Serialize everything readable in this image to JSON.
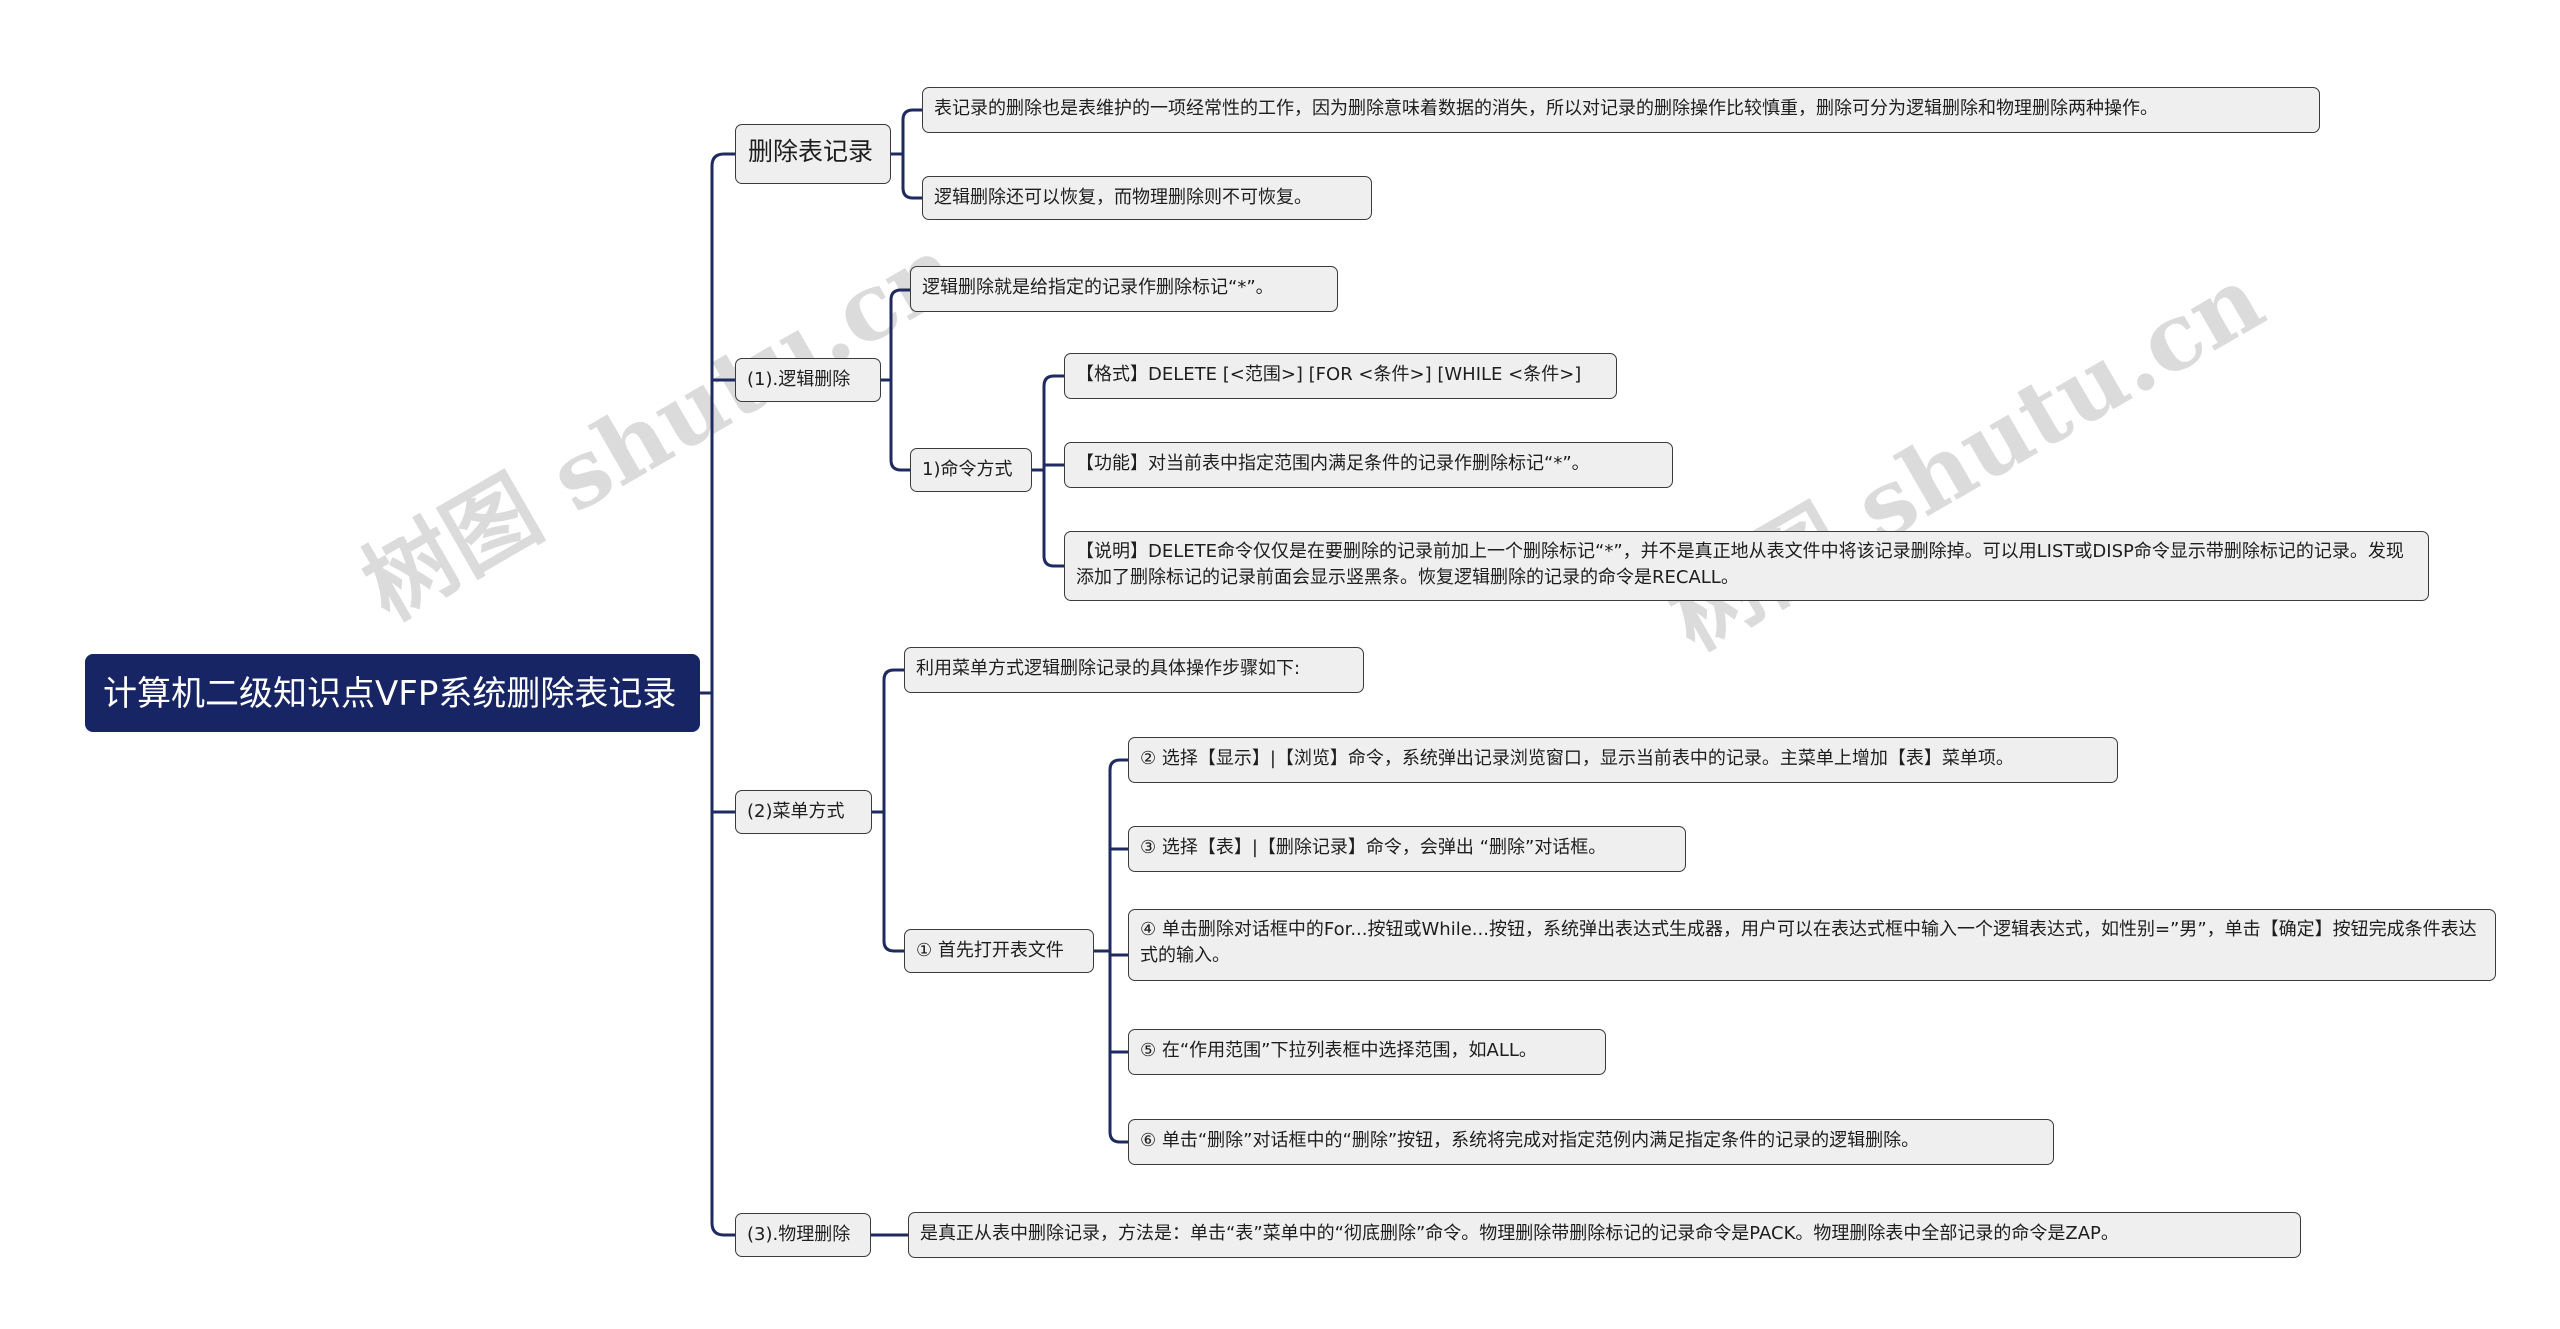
{
  "watermark": "树图 shutu.cn",
  "colors": {
    "root_bg": "#182564",
    "connector": "#1f2a60",
    "node_bg": "#efefef",
    "node_border": "#3b3b3b"
  },
  "root": {
    "label": "计算机二级知识点VFP系统删除表记录"
  },
  "branches": {
    "delete_records": {
      "label": "删除表记录",
      "desc1": "表记录的删除也是表维护的一项经常性的工作，因为删除意味着数据的消失，所以对记录的删除操作比较慎重，删除可分为逻辑删除和物理删除两种操作。",
      "desc2": "逻辑删除还可以恢复，而物理删除则不可恢复。"
    },
    "logical_delete": {
      "label": "(1).逻辑删除",
      "desc": "逻辑删除就是给指定的记录作删除标记“*”。",
      "command": {
        "label": "1)命令方式",
        "format": "【格式】DELETE [<范围>] [FOR <条件>] [WHILE <条件>]",
        "function": "【功能】对当前表中指定范围内满足条件的记录作删除标记“*”。",
        "note": "【说明】DELETE命令仅仅是在要删除的记录前加上一个删除标记“*”，并不是真正地从表文件中将该记录删除掉。可以用LIST或DISP命令显示带删除标记的记录。发现添加了删除标记的记录前面会显示竖黑条。恢复逻辑删除的记录的命令是RECALL。"
      }
    },
    "menu_method": {
      "label": "(2)菜单方式",
      "intro": "利用菜单方式逻辑删除记录的具体操作步骤如下:",
      "open": {
        "label": "① 首先打开表文件",
        "steps": [
          "② 选择【显示】|【浏览】命令，系统弹出记录浏览窗口，显示当前表中的记录。主菜单上增加【表】菜单项。",
          "③ 选择【表】|【删除记录】命令，会弹出 “删除”对话框。",
          "④ 单击删除对话框中的For...按钮或While...按钮，系统弹出表达式生成器，用户可以在表达式框中输入一个逻辑表达式，如性别=”男”，单击【确定】按钮完成条件表达式的输入。",
          "⑤ 在“作用范围”下拉列表框中选择范围，如ALL。",
          "⑥ 单击“删除”对话框中的“删除”按钮，系统将完成对指定范例内满足指定条件的记录的逻辑删除。"
        ]
      }
    },
    "physical_delete": {
      "label": "(3).物理删除",
      "desc": "是真正从表中删除记录，方法是：单击“表”菜单中的“彻底删除”命令。物理删除带删除标记的记录命令是PACK。物理删除表中全部记录的命令是ZAP。"
    }
  }
}
